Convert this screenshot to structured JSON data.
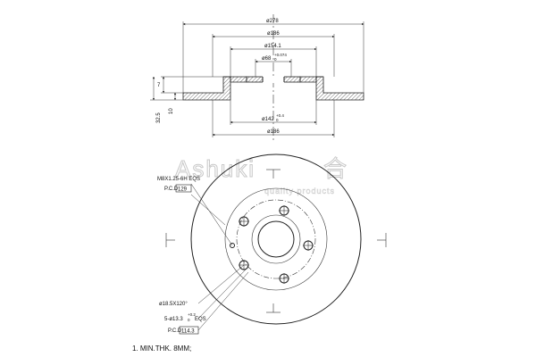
{
  "section_view": {
    "dim_outer_diameter": "ø278",
    "dim_hat_diameter": "ø186",
    "dim_bore_diameter": "ø154.1",
    "dim_center_bore": "ø68",
    "dim_center_bore_tol_upper": "+0.074",
    "dim_center_bore_tol_lower": "0",
    "dim_inner_diameter": "ø142",
    "dim_inner_tol_upper": "+0.4",
    "dim_inner_tol_lower": "0",
    "dim_bottom_diameter": "ø186",
    "dim_height_7": "7",
    "dim_thickness_10": "10",
    "dim_total_height": "32.5"
  },
  "front_view": {
    "thread_spec": "M8X1.25-6H EQS",
    "pcd_label": "P.C.D",
    "pcd_small": "129",
    "hole_spec": "ø18.5X120°",
    "bolt_holes_spec": "5-ø13.3",
    "bolt_holes_tol_upper": "+0.2",
    "bolt_holes_tol_lower": "0",
    "bolt_holes_suffix": "EQS",
    "pcd_large_label": "P.C.D",
    "pcd_large": "114.3"
  },
  "watermark": {
    "brand": "Ashuki",
    "tagline": "quality products"
  },
  "notes": {
    "min_thickness": "1. MIN.THK. 8MM;"
  }
}
